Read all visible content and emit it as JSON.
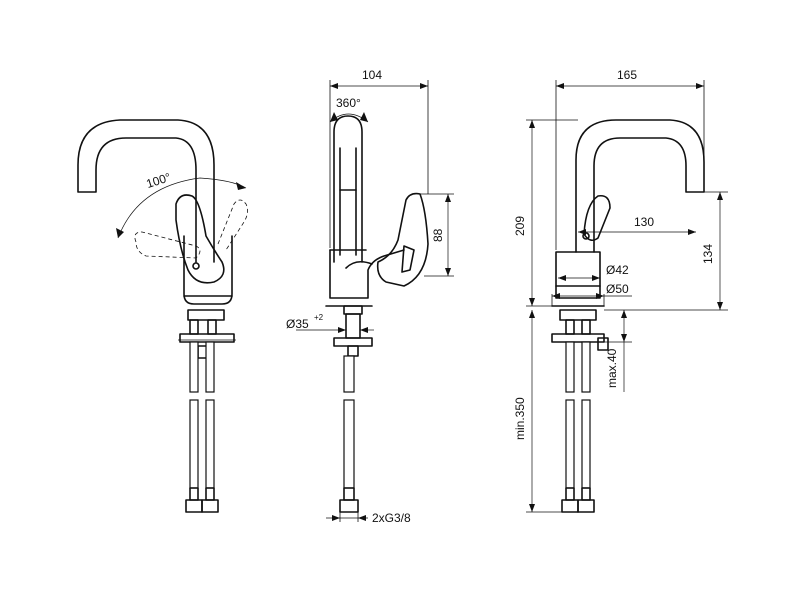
{
  "views": {
    "front": {
      "swivel_angle": "100°"
    },
    "side": {
      "spout_rotation": "360°",
      "width": "104",
      "lever_height": "88",
      "hole_diameter_main": "Ø35",
      "hole_diameter_tol": "+2",
      "connection": "2xG3/8"
    },
    "right": {
      "total_width": "165",
      "spout_reach": "130",
      "total_height": "209",
      "spout_height": "134",
      "body_diameter": "Ø42",
      "base_diameter": "Ø50",
      "max_deck_thickness": "max.40",
      "min_hose_length": "min.350"
    }
  }
}
